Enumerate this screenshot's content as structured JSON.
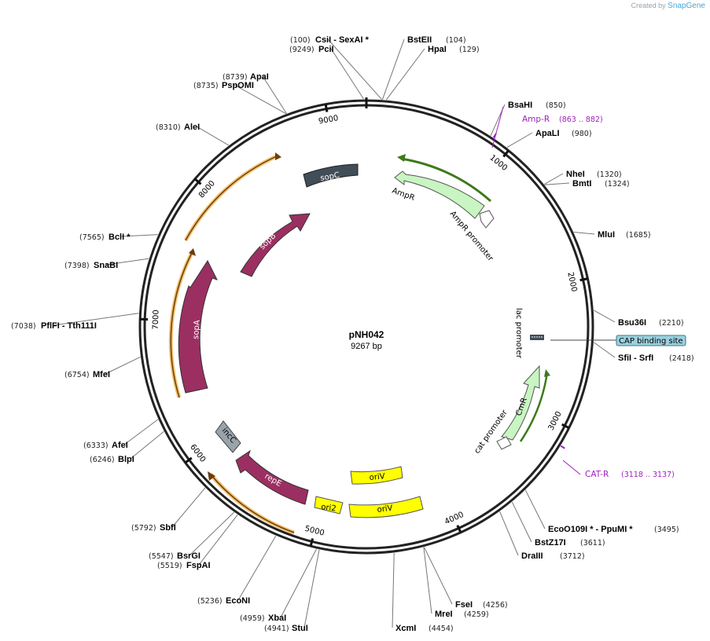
{
  "app": {
    "created_by": "Created by",
    "brand": "SnapGene"
  },
  "plasmid": {
    "name": "pNH042",
    "size_label": "9267 bp",
    "length_bp": 9267
  },
  "ticks": [
    {
      "bp": 1000,
      "label": "1000"
    },
    {
      "bp": 2000,
      "label": "2000"
    },
    {
      "bp": 3000,
      "label": "3000"
    },
    {
      "bp": 4000,
      "label": "4000"
    },
    {
      "bp": 5000,
      "label": "5000"
    },
    {
      "bp": 6000,
      "label": "6000"
    },
    {
      "bp": 7000,
      "label": "7000"
    },
    {
      "bp": 8000,
      "label": "8000"
    },
    {
      "bp": 9000,
      "label": "9000"
    }
  ],
  "restriction_sites": [
    {
      "name": "CsiI",
      "extra": " - SexAI *",
      "pos": "(100)",
      "bp": 100
    },
    {
      "name": "PciI",
      "extra": "",
      "pos": "(9249)",
      "bp": 9249
    },
    {
      "name": "BstEII",
      "extra": "",
      "pos": "(104)",
      "bp": 104
    },
    {
      "name": "HpaI",
      "extra": "",
      "pos": "(129)",
      "bp": 129
    },
    {
      "name": "ApaI",
      "extra": "",
      "pos": "(8739)",
      "bp": 8739
    },
    {
      "name": "PspOMI",
      "extra": "",
      "pos": "(8735)",
      "bp": 8735
    },
    {
      "name": "BsaHI",
      "extra": "",
      "pos": "(850)",
      "bp": 850
    },
    {
      "name": "ApaLI",
      "extra": "",
      "pos": "(980)",
      "bp": 980
    },
    {
      "name": "AleI",
      "extra": "",
      "pos": "(8310)",
      "bp": 8310
    },
    {
      "name": "NheI",
      "extra": "",
      "pos": "(1320)",
      "bp": 1320
    },
    {
      "name": "BmtI",
      "extra": "",
      "pos": "(1324)",
      "bp": 1324
    },
    {
      "name": "MluI",
      "extra": "",
      "pos": "(1685)",
      "bp": 1685
    },
    {
      "name": "BclI *",
      "extra": "",
      "pos": "(7565)",
      "bp": 7565
    },
    {
      "name": "SnaBI",
      "extra": "",
      "pos": "(7398)",
      "bp": 7398
    },
    {
      "name": "Bsu36I",
      "extra": "",
      "pos": "(2210)",
      "bp": 2210
    },
    {
      "name": "PflFI",
      "extra": " - Tth111I",
      "pos": "(7038)",
      "bp": 7038
    },
    {
      "name": "SfiI",
      "extra": " - SrfI",
      "pos": "(2418)",
      "bp": 2418
    },
    {
      "name": "MfeI",
      "extra": "",
      "pos": "(6754)",
      "bp": 6754
    },
    {
      "name": "AfeI",
      "extra": "",
      "pos": "(6333)",
      "bp": 6333
    },
    {
      "name": "BlpI",
      "extra": "",
      "pos": "(6246)",
      "bp": 6246
    },
    {
      "name": "SbfI",
      "extra": "",
      "pos": "(5792)",
      "bp": 5792
    },
    {
      "name": "EcoO109I *",
      "extra": " - PpuMI *",
      "pos": "(3495)",
      "bp": 3495
    },
    {
      "name": "BstZ17I",
      "extra": "",
      "pos": "(3611)",
      "bp": 3611
    },
    {
      "name": "DraIII",
      "extra": "",
      "pos": "(3712)",
      "bp": 3712
    },
    {
      "name": "BsrGI",
      "extra": "",
      "pos": "(5547)",
      "bp": 5547
    },
    {
      "name": "FspAI",
      "extra": "",
      "pos": "(5519)",
      "bp": 5519
    },
    {
      "name": "EcoNI",
      "extra": "",
      "pos": "(5236)",
      "bp": 5236
    },
    {
      "name": "FseI",
      "extra": "",
      "pos": "(4256)",
      "bp": 4256
    },
    {
      "name": "MreI",
      "extra": "",
      "pos": "(4259)",
      "bp": 4259
    },
    {
      "name": "XbaI",
      "extra": "",
      "pos": "(4959)",
      "bp": 4959
    },
    {
      "name": "StuI",
      "extra": "",
      "pos": "(4941)",
      "bp": 4941
    },
    {
      "name": "XcmI",
      "extra": "",
      "pos": "(4454)",
      "bp": 4454
    }
  ],
  "primers": [
    {
      "name": "Amp-R",
      "range": "(863 .. 882)",
      "bp": 872
    },
    {
      "name": "CAT-R",
      "range": "(3118 .. 3137)",
      "bp": 3128
    }
  ],
  "features": {
    "ampr": {
      "label": "AmpR",
      "promoter_label": "AmpR promoter"
    },
    "sopc": {
      "label": "sopC"
    },
    "sopb": {
      "label": "sopB"
    },
    "sopa": {
      "label": "sopA"
    },
    "lac_promoter": {
      "label": "lac promoter"
    },
    "cap_site": {
      "label": "CAP binding site"
    },
    "cmr": {
      "label": "CmR",
      "promoter_label": "cat promoter"
    },
    "incc": {
      "label": "incC"
    },
    "repe": {
      "label": "repE"
    },
    "oriv_inner": {
      "label": "oriV"
    },
    "oriv_outer": {
      "label": "oriV"
    },
    "ori2": {
      "label": "ori2"
    }
  },
  "colors": {
    "backbone": "#222222",
    "ampr": "#c8f5c2",
    "sop": "#9b2f61",
    "sopc": "#414d57",
    "incc": "#9aa3aa",
    "ori": "#ffff00",
    "orf_outline_green": "#3d7a1a",
    "orf_outline_orange": "#f0b24a",
    "primer": "#a020c0",
    "cap": "#9bd0de"
  }
}
